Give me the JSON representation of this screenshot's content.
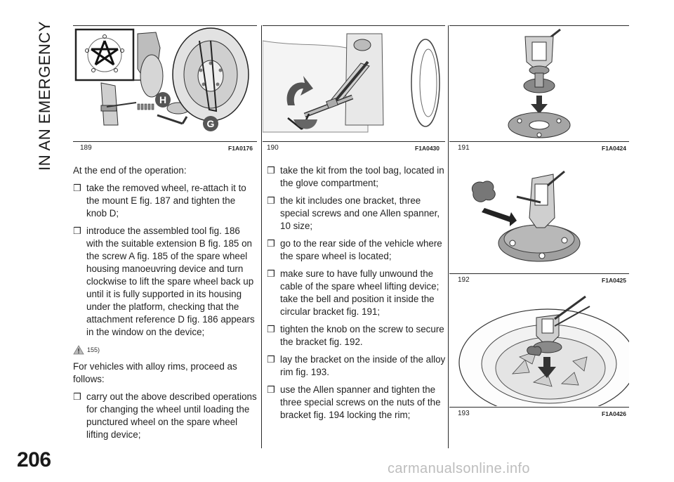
{
  "section_title": "IN AN EMERGENCY",
  "page_number": "206",
  "watermark": "carmanualsonline.info",
  "figures": {
    "f189": {
      "number": "189",
      "code": "F1A0176",
      "label_h": "H",
      "label_g": "G"
    },
    "f190": {
      "number": "190",
      "code": "F1A0430"
    },
    "f191": {
      "number": "191",
      "code": "F1A0424"
    },
    "f192": {
      "number": "192",
      "code": "F1A0425"
    },
    "f193": {
      "number": "193",
      "code": "F1A0426"
    }
  },
  "col1": {
    "intro": "At the end of the operation:",
    "bullets": [
      "take the removed wheel, re-attach it to the mount E fig. 187 and tighten the knob D;",
      "introduce the assembled tool fig. 186 with the suitable extension B fig. 185 on the screw A fig. 185 of the spare wheel housing manoeuvring device and turn clockwise to lift the spare wheel back up until it is fully supported in its housing under the platform, checking that the attachment reference D fig. 186 appears in the window on the device;"
    ],
    "warning_ref": "155)",
    "para2": "For vehicles with alloy rims, proceed as follows:",
    "bullets2": [
      "carry out the above described operations for changing the wheel until loading the punctured wheel on the spare wheel lifting device;"
    ]
  },
  "col2": {
    "bullets": [
      "take the kit from the tool bag, located in the glove compartment;",
      "the kit includes one bracket, three special screws and one Allen spanner, 10 size;",
      "go to the rear side of the vehicle where the spare wheel is located;",
      "make sure to have fully unwound the cable of the spare wheel lifting device; take the bell and position it inside the circular bracket fig. 191;",
      "tighten the knob on the screw to secure the bracket fig. 192.",
      "lay the bracket on the inside of the alloy rim fig. 193.",
      "use the Allen spanner and tighten the three special screws on the nuts of the bracket fig. 194 locking the rim;"
    ]
  },
  "bullet_glyph": "❒",
  "colors": {
    "text": "#222222",
    "rule": "#2a2a2a",
    "badge": "#555555",
    "watermark": "#bdbdbd"
  }
}
